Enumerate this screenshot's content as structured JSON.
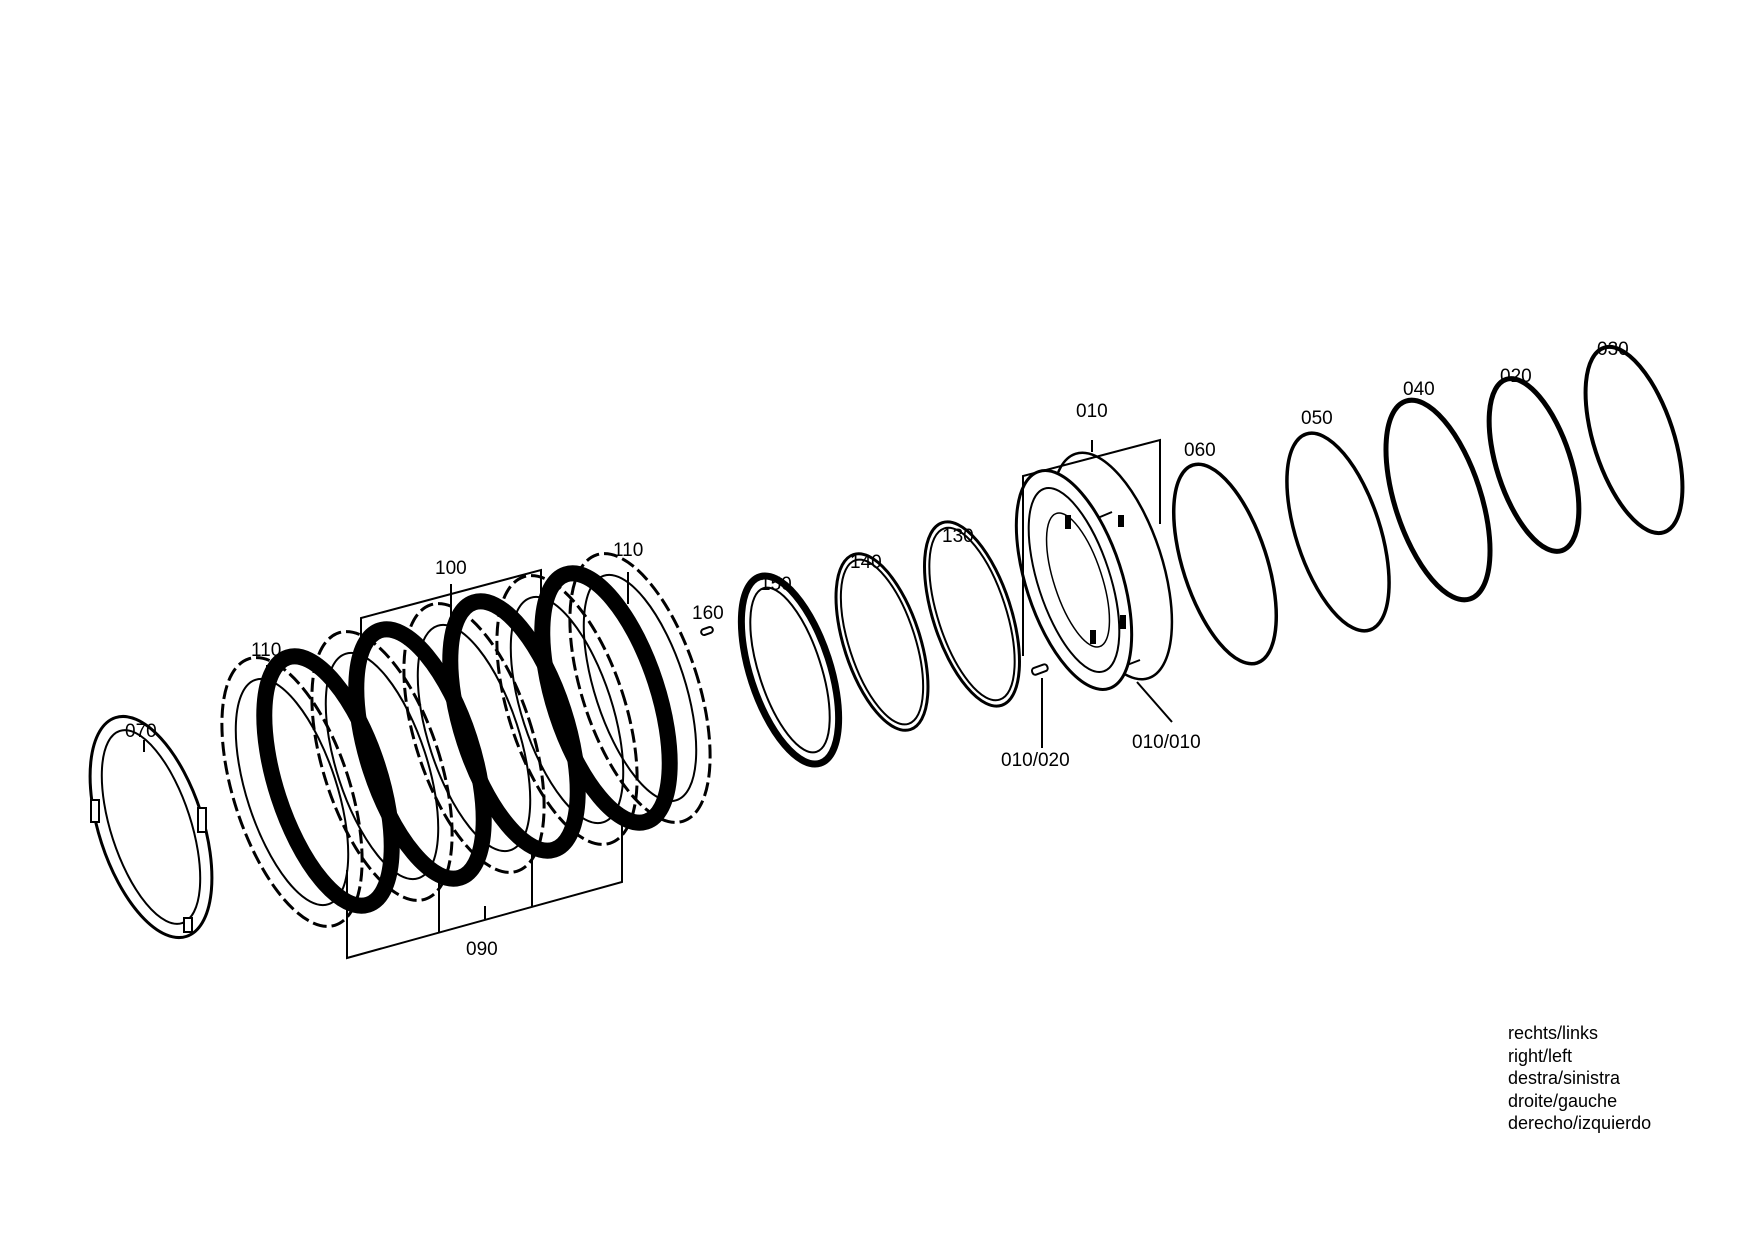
{
  "labels": {
    "l070": "070",
    "l110a": "110",
    "l100": "100",
    "l110b": "110",
    "l160": "160",
    "l150": "150",
    "l140": "140",
    "l130": "130",
    "l010": "010",
    "l010_020": "010/020",
    "l010_010": "010/010",
    "l060": "060",
    "l050": "050",
    "l040": "040",
    "l020": "020",
    "l030": "030",
    "l090": "090"
  },
  "note": {
    "line1": "rechts/links",
    "line2": "right/left",
    "line3": "destra/sinistra",
    "line4": "droite/gauche",
    "line5": "derecho/izquierdo"
  },
  "colors": {
    "ink": "#000000",
    "paper": "#ffffff"
  }
}
